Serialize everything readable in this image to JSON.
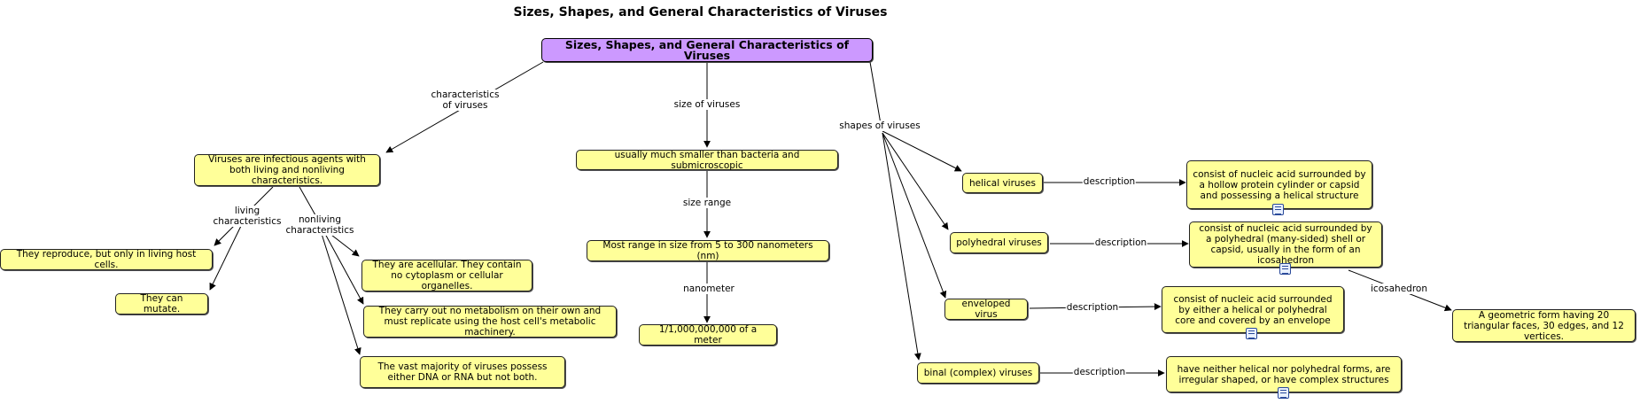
{
  "title": "Sizes, Shapes, and General Characteristics of Viruses",
  "nodes": {
    "root": "Sizes, Shapes, and General Characteristics of Viruses",
    "infectious": "Viruses are infectious agents with both living and nonliving characteristics.",
    "reproduce": "They reproduce, but only in living host cells.",
    "mutate": "They can mutate.",
    "acellular": "They are acellular. They contain no cytoplasm or cellular organelles.",
    "metabolism": "They carry out no metabolism on their own and must replicate using the host cell's metabolic machinery.",
    "dna_rna": "The vast majority of viruses possess either DNA or RNA but not both.",
    "smaller": "usually much smaller than bacteria and submicroscopic",
    "range": "Most range in size from 5 to 300 nanometers (nm)",
    "meter": "1/1,000,000,000 of a meter",
    "helical": "helical viruses",
    "polyhedral": "polyhedral viruses",
    "enveloped": "enveloped virus",
    "binal": "binal (complex) viruses",
    "helical_desc": "consist of nucleic acid surrounded by a hollow protein cylinder or capsid and possessing a helical structure",
    "polyhedral_desc": "consist of nucleic acid surrounded by a polyhedral (many-sided) shell or capsid, usually in the form of an icosahedron",
    "enveloped_desc": "consist of nucleic acid surrounded by either a helical or polyhedral core and covered by an envelope",
    "binal_desc": "have neither helical nor polyhedral forms, are irregular shaped, or have complex structures",
    "icosahedron_def": "A geometric form having 20 triangular faces, 30 edges, and 12 vertices."
  },
  "links": {
    "characteristics": "characteristics\nof viruses",
    "size": "size of viruses",
    "shapes": "shapes of viruses",
    "living": "living\ncharacteristics",
    "nonliving": "nonliving\ncharacteristics",
    "size_range": "size range",
    "nanometer": "nanometer",
    "desc1": "description",
    "desc2": "description",
    "desc3": "description",
    "desc4": "description",
    "icosahedron": "icosahedron"
  },
  "icons": [
    "document-resource-icon"
  ],
  "colors": {
    "concept": "#ffff99",
    "root": "#cc99ff",
    "line": "#000000"
  }
}
